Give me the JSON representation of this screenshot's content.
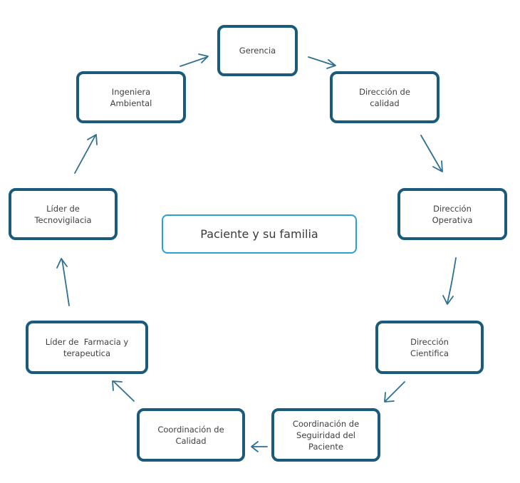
{
  "diagram": {
    "center": {
      "label": "Paciente y su familia"
    },
    "nodes": [
      {
        "id": "gerencia",
        "label": "Gerencia"
      },
      {
        "id": "direccion-calidad",
        "label": "Dirección de calidad"
      },
      {
        "id": "direccion-operativa",
        "label": "Dirección Operativa"
      },
      {
        "id": "direccion-cientifica",
        "label": "Dirección Cientifica"
      },
      {
        "id": "coordinacion-seguridad",
        "label": "Coordinación de Seguiridad del Paciente"
      },
      {
        "id": "coordinacion-calidad",
        "label": "Coordinación de Calidad"
      },
      {
        "id": "lider-farmacia",
        "label": "Líder de  Farmacia y terapeutica"
      },
      {
        "id": "lider-tecnovigilancia",
        "label": "Líder de Tecnovigilacia"
      },
      {
        "id": "ingeniera-ambiental",
        "label": "Ingeniera Ambiental"
      }
    ],
    "edges": [
      {
        "from": "gerencia",
        "to": "direccion-calidad"
      },
      {
        "from": "direccion-calidad",
        "to": "direccion-operativa"
      },
      {
        "from": "direccion-operativa",
        "to": "direccion-cientifica"
      },
      {
        "from": "direccion-cientifica",
        "to": "coordinacion-seguridad"
      },
      {
        "from": "coordinacion-seguridad",
        "to": "coordinacion-calidad"
      },
      {
        "from": "coordinacion-calidad",
        "to": "lider-farmacia"
      },
      {
        "from": "lider-farmacia",
        "to": "lider-tecnovigilancia"
      },
      {
        "from": "lider-tecnovigilancia",
        "to": "ingeniera-ambiental"
      },
      {
        "from": "ingeniera-ambiental",
        "to": "gerencia"
      }
    ],
    "colors": {
      "box_border": "#1a5a7a",
      "center_border": "#2aa0d4",
      "arrow": "#2f6f92"
    }
  }
}
